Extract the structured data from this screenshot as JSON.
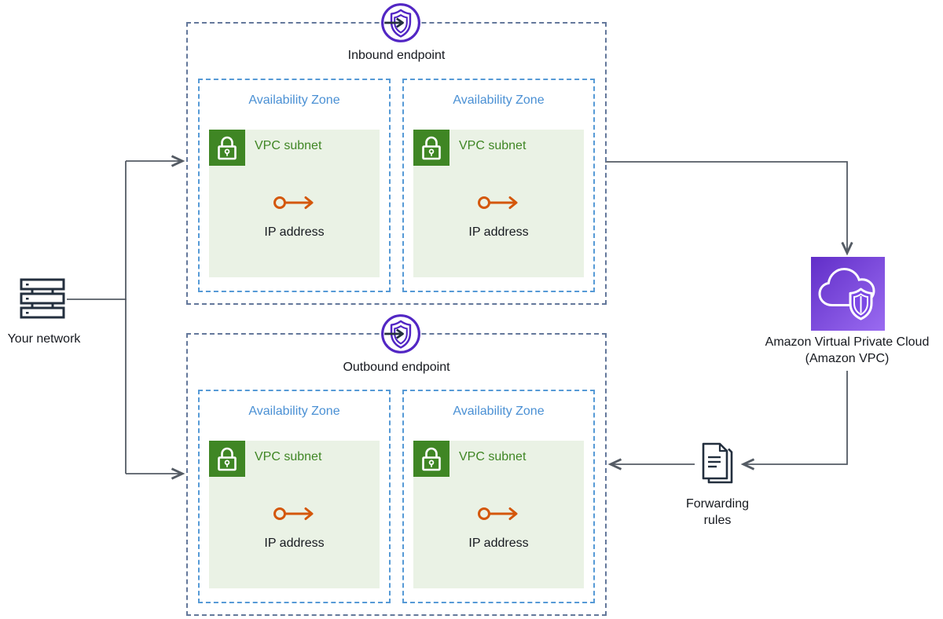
{
  "your_network": {
    "label": "Your network"
  },
  "inbound_endpoint": {
    "title": "Inbound endpoint",
    "zones": [
      {
        "az_label": "Availability Zone",
        "subnet_label": "VPC subnet",
        "ip_label": "IP address"
      },
      {
        "az_label": "Availability Zone",
        "subnet_label": "VPC subnet",
        "ip_label": "IP address"
      }
    ]
  },
  "outbound_endpoint": {
    "title": "Outbound endpoint",
    "zones": [
      {
        "az_label": "Availability Zone",
        "subnet_label": "VPC subnet",
        "ip_label": "IP address"
      },
      {
        "az_label": "Availability Zone",
        "subnet_label": "VPC subnet",
        "ip_label": "IP address"
      }
    ]
  },
  "amazon_vpc": {
    "label_line1": "Amazon Virtual Private Cloud",
    "label_line2": "(Amazon VPC)"
  },
  "forwarding_rules": {
    "label_line1": "Forwarding",
    "label_line2": "rules"
  },
  "colors": {
    "endpoint_purple": "#5226C4",
    "az_dash_blue": "#569AD6",
    "az_text_blue": "#4A90D4",
    "subnet_green": "#3F8624",
    "subnet_bg_green": "#EAF2E5",
    "ip_orange": "#D4570B",
    "icon_navy": "#232F3E",
    "connector_gray": "#545B64",
    "group_dash": "#64789B",
    "vpc_gradient_start": "#612EC8",
    "vpc_gradient_end": "#9A6BF1"
  }
}
